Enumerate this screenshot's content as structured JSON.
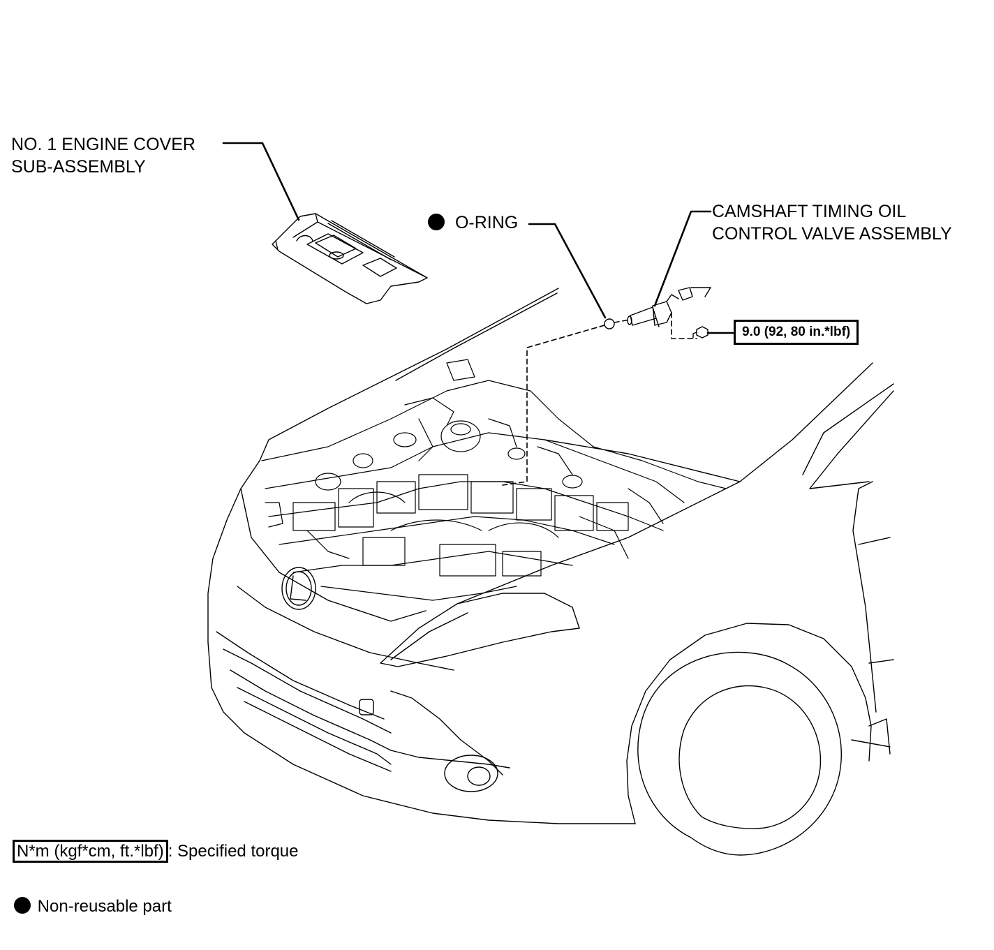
{
  "callouts": {
    "engine_cover_line1": "NO. 1 ENGINE COVER",
    "engine_cover_line2": "SUB-ASSEMBLY",
    "o_ring": "O-RING",
    "valve_line1": "CAMSHAFT TIMING OIL",
    "valve_line2": "CONTROL VALVE ASSEMBLY",
    "bolt_torque": "9.0 (92, 80 in.*lbf)"
  },
  "legend": {
    "torque_unit": "N*m (kgf*cm, ft.*lbf)",
    "torque_desc": ": Specified torque",
    "non_reusable": "Non-reusable part"
  }
}
